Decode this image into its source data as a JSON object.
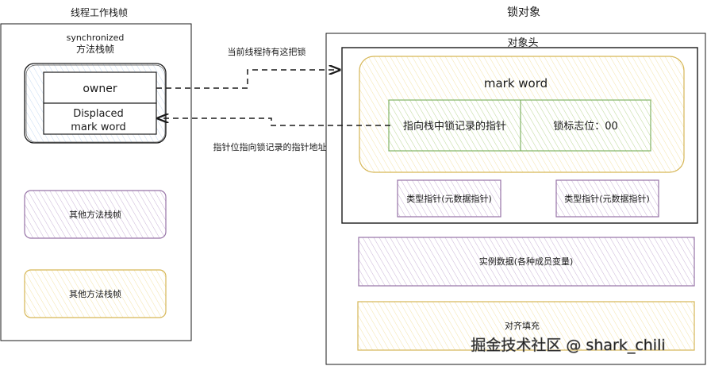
{
  "thread_frame": {
    "title": "线程工作栈帧",
    "sync_frame_label_line1": "synchronized",
    "sync_frame_label_line2": "方法栈帧",
    "owner": "owner",
    "displaced_line1": "Displaced",
    "displaced_line2": "mark word",
    "other_frame_1": "其他方法栈帧",
    "other_frame_2": "其他方法栈帧"
  },
  "lock_object": {
    "title": "锁对象",
    "header_title": "对象头",
    "mark_word": "mark word",
    "lock_record_ptr": "指向栈中锁记录的指针",
    "lock_flag": "锁标志位：00",
    "type_ptr_1": "类型指针(元数据指针)",
    "type_ptr_2": "类型指针(元数据指针)",
    "instance_data": "实例数据(各种成员变量)",
    "padding": "对齐填充"
  },
  "arrows": {
    "holds_lock_label": "当前线程持有这把锁",
    "points_to_record_label": "指针位指向锁记录的指针地址"
  },
  "watermark": "掘金技术社区 @ shark_chili",
  "colors": {
    "purple": "#9673a6",
    "purple_fill": "#e1d5e7",
    "yellow": "#d6b656",
    "yellow_fill": "#fff2cc",
    "green": "#82b366",
    "green_fill": "#d5e8d4",
    "blue_fill": "#dae8fc"
  }
}
